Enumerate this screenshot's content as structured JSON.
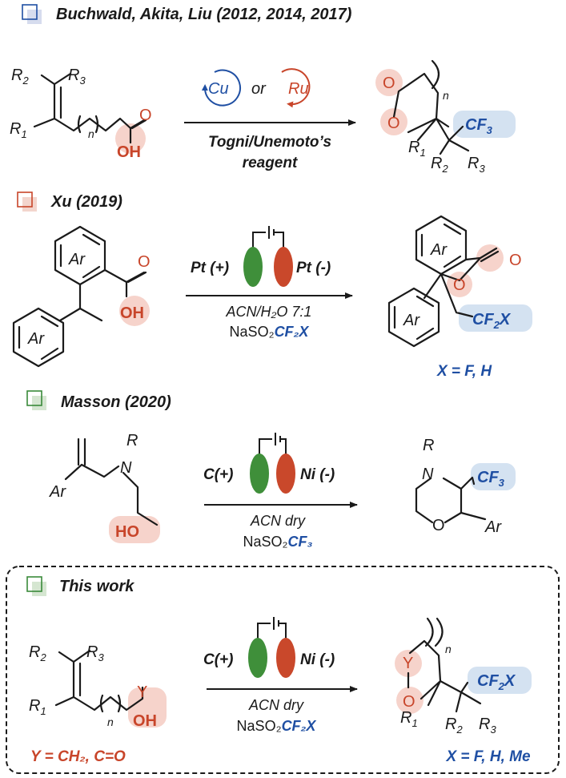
{
  "colors": {
    "red": "#c8452a",
    "blue": "#1f4fa3",
    "green": "#3a8a3a",
    "red_highlight": "#f6d3cb",
    "blue_highlight": "#d4e2f1",
    "electrode_green": "#3f8f3a",
    "electrode_red": "#c9482b",
    "text": "#1a1a1a"
  },
  "panels": [
    {
      "title": "Buchwald, Akita, Liu (2012, 2014, 2017)",
      "box_color": "blue",
      "catalyst_1": "Cu",
      "catalyst_or": "or",
      "catalyst_2": "Ru",
      "conditions_1": "Togni/Unemoto’s",
      "conditions_2": "reagent"
    },
    {
      "title": "Xu (2019)",
      "box_color": "red",
      "anode": "Pt (+)",
      "cathode": "Pt (-)",
      "conditions_1": "ACN/H₂O 7:1",
      "reagent_prefix": "NaSO₂",
      "reagent_suffix": "CF₂X",
      "scope": "X = F, H"
    },
    {
      "title": "Masson (2020)",
      "box_color": "green",
      "anode": "C(+)",
      "cathode": "Ni (-)",
      "conditions_1": "ACN dry",
      "reagent_prefix": "NaSO₂",
      "reagent_suffix": "CF₃"
    },
    {
      "title": "This work",
      "box_color": "green",
      "anode": "C(+)",
      "cathode": "Ni (-)",
      "conditions_1": "ACN dry",
      "reagent_prefix": "NaSO₂",
      "reagent_suffix": "CF₂X",
      "substrate_scope": "Y = CH₂, C=O",
      "scope": "X = F, H, Me"
    }
  ]
}
